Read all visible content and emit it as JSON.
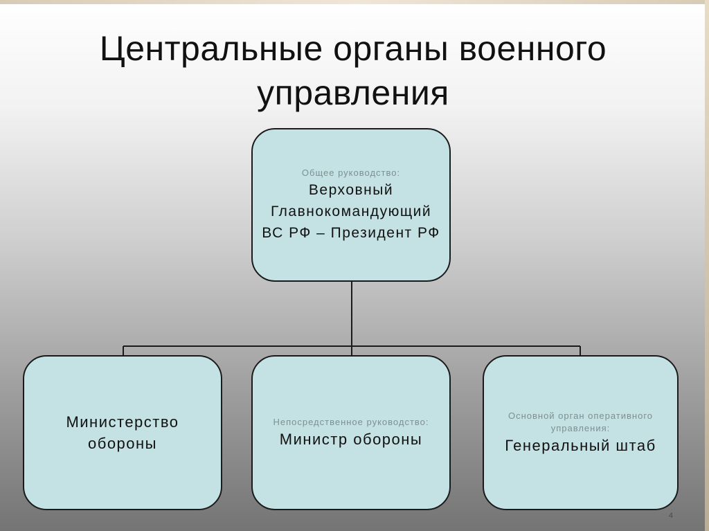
{
  "title": "Центральные органы военного управления",
  "nodes": {
    "top": {
      "sub": "Общее руководство:",
      "main": "Верховный Главнокомандующий ВС РФ – Президент РФ"
    },
    "left": {
      "sub": "",
      "main": "Министерство обороны"
    },
    "middle": {
      "sub": "Непосредственное руководство:",
      "main": "Министр обороны"
    },
    "right": {
      "sub": "Основной орган оперативного управления:",
      "main": "Генеральный штаб"
    }
  },
  "page_number": "4",
  "colors": {
    "node_fill": "#c4e2e4",
    "node_border": "#1a1a1a",
    "connector": "#1a1a1a",
    "title_text": "#111111"
  }
}
